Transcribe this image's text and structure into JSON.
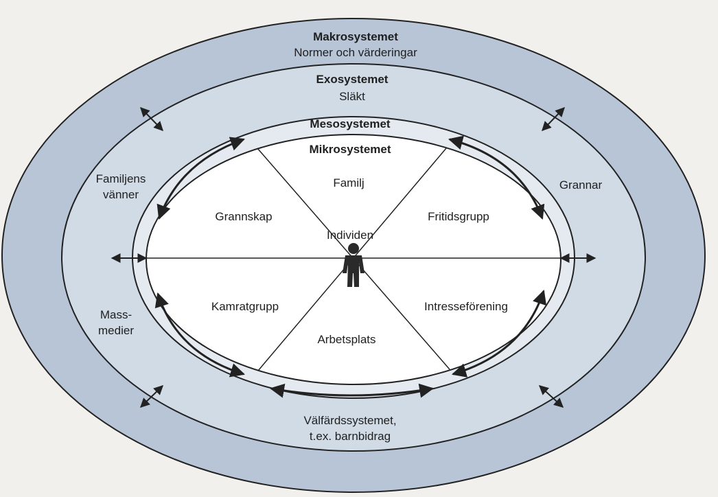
{
  "diagram": {
    "makro": {
      "title": "Makrosystemet",
      "subtitle": "Normer och värderingar"
    },
    "exo": {
      "title": "Exosystemet",
      "subtitle": "Släkt"
    },
    "meso": {
      "title": "Mesosystemet"
    },
    "mikro": {
      "title": "Mikrosystemet"
    },
    "center": "Individen",
    "sectors": {
      "familj": "Familj",
      "grannskap": "Grannskap",
      "fritidsgrupp": "Fritidsgrupp",
      "kamratgrupp": "Kamratgrupp",
      "intresseforening": "Intresseförening",
      "arbetsplats": "Arbetsplats"
    },
    "exo_items": {
      "familjens_line1": "Familjens",
      "familjens_line2": "vänner",
      "grannar": "Grannar",
      "mass_line1": "Mass-",
      "mass_line2": "medier",
      "valfard_line1": "Välfärdssystemet,",
      "valfard_line2": "t.ex. barnbidrag"
    }
  },
  "colors": {
    "page": "#f1f0ec",
    "outer_ring": "#b7c5d6",
    "middle_ring": "#d0dbe6",
    "meso_ring": "#e4eaf0",
    "inner_ellipse": "#ffffff",
    "line": "#222222"
  }
}
